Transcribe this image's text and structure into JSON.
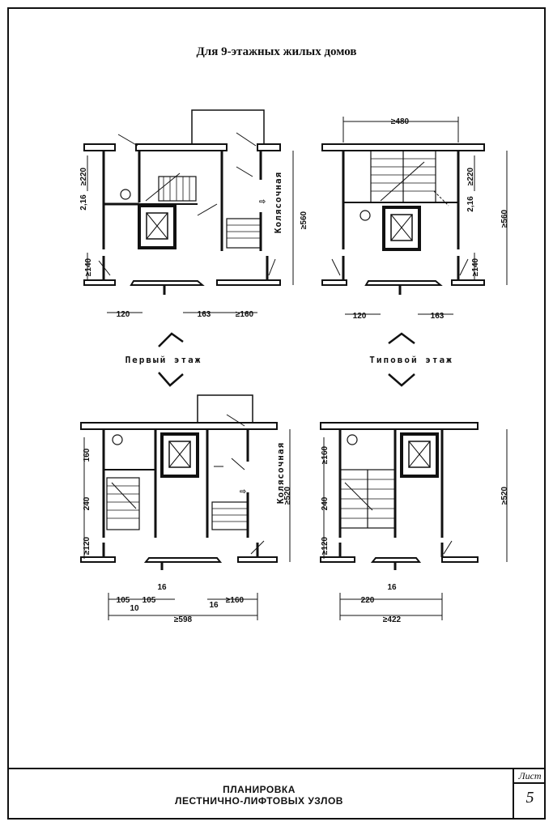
{
  "title": "Для 9-этажных жилых домов",
  "labels": {
    "first_floor": "Первый этаж",
    "typical_floor": "Типовой этаж",
    "stroller": "Колясочная"
  },
  "plan_a": {
    "top_a": "≥220",
    "top_b": "2,16",
    "side": "≥560",
    "bottom_side": "≥140",
    "bottom_1": "120",
    "bottom_2": "163",
    "bottom_3": "≥160"
  },
  "plan_b": {
    "top": "≥480",
    "top_a": "≥220",
    "top_b": "2,16",
    "side": "≥560",
    "bottom_side": "≥140",
    "bottom_1": "120",
    "bottom_2": "163"
  },
  "plan_c": {
    "left_1": "160",
    "left_2": "240",
    "left_3": "≥120",
    "side": "≥520",
    "b1": "105",
    "b2": "105",
    "b3": "10",
    "b4": "16",
    "b5": "16",
    "b6": "≥160",
    "total": "≥598"
  },
  "plan_d": {
    "left_1": "≥160",
    "left_2": "240",
    "left_3": "≥120",
    "side": "≥520",
    "b1": "16",
    "b2": "220",
    "total": "≥422"
  },
  "title_block": {
    "line1": "ПЛАНИРОВКА",
    "line2": "ЛЕСТНИЧНО-ЛИФТОВЫХ УЗЛОВ",
    "sheet_label": "Лист",
    "sheet_number": "5"
  }
}
